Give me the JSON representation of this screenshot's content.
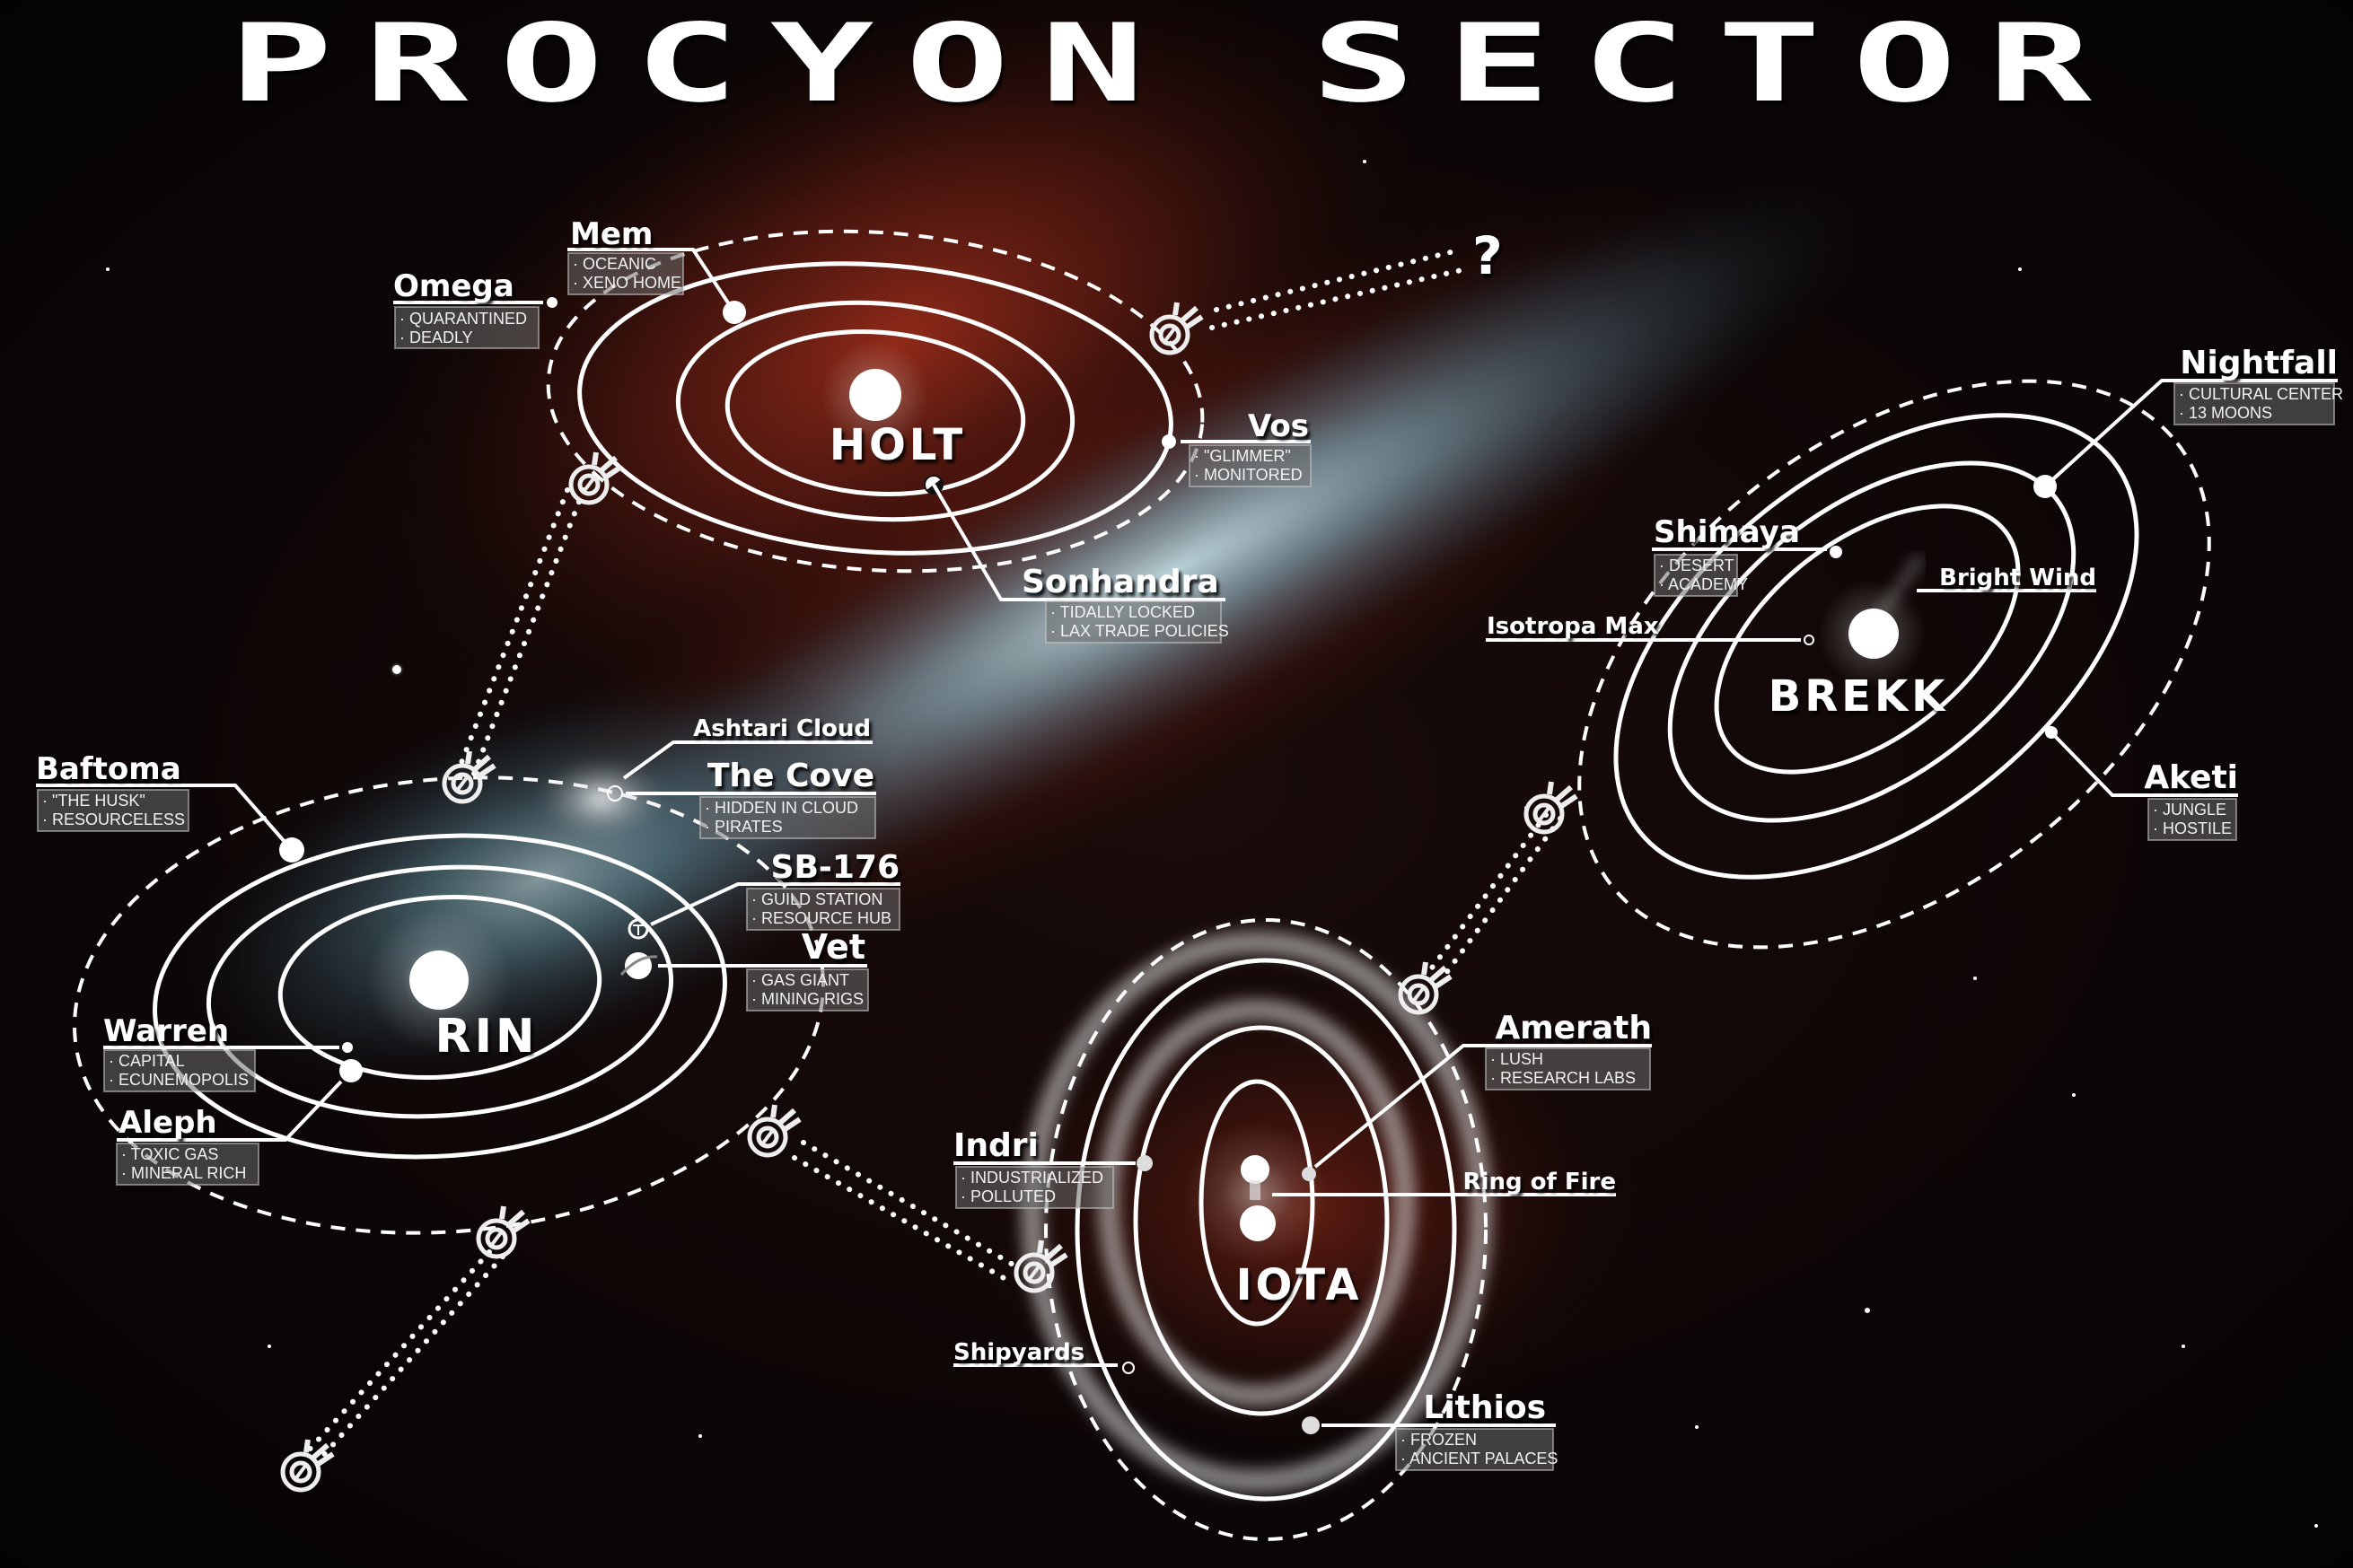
{
  "title": "PROCYON SECTOR",
  "unknown_marker": "?",
  "colors": {
    "background": "#050304",
    "nebula_red": "#7a2416",
    "nebula_blue": "#5fa3b8",
    "label_box": "#6e6e6e",
    "line": "#ffffff"
  },
  "systems": {
    "holt": {
      "name": "HOLT",
      "planets": {
        "mem": {
          "name": "Mem",
          "traits": [
            "· OCEANIC",
            "· XENO HOME"
          ]
        },
        "omega": {
          "name": "Omega",
          "traits": [
            "· QUARANTINED",
            "· DEADLY"
          ]
        },
        "vos": {
          "name": "Vos",
          "traits": [
            "· \"GLIMMER\"",
            "· MONITORED"
          ]
        },
        "sonhandra": {
          "name": "Sonhandra",
          "traits": [
            "· TIDALLY LOCKED",
            "· LAX TRADE POLICIES"
          ]
        }
      }
    },
    "rin": {
      "name": "RIN",
      "planets": {
        "baftoma": {
          "name": "Baftoma",
          "traits": [
            "· \"THE HUSK\"",
            "· RESOURCELESS"
          ]
        },
        "ashtari_cloud": {
          "name": "Ashtari Cloud"
        },
        "the_cove": {
          "name": "The Cove",
          "traits": [
            "· HIDDEN IN CLOUD",
            "· PIRATES"
          ]
        },
        "sb176": {
          "name": "SB-176",
          "traits": [
            "· GUILD STATION",
            "· RESOURCE HUB"
          ]
        },
        "vet": {
          "name": "Vet",
          "traits": [
            "· GAS GIANT",
            "· MINING RIGS"
          ]
        },
        "warren": {
          "name": "Warren",
          "traits": [
            "· CAPITAL",
            "· ECUNEMOPOLIS"
          ]
        },
        "aleph": {
          "name": "Aleph",
          "traits": [
            "· TOXIC GAS",
            "· MINERAL RICH"
          ]
        }
      }
    },
    "brekk": {
      "name": "BREKK",
      "planets": {
        "nightfall": {
          "name": "Nightfall",
          "traits": [
            "· CULTURAL CENTER",
            "· 13 MOONS"
          ]
        },
        "shimaya": {
          "name": "Shimaya",
          "traits": [
            "· DESERT",
            "· ACADEMY"
          ]
        },
        "bright_wind": {
          "name": "Bright Wind"
        },
        "isotropa_max": {
          "name": "Isotropa Max"
        },
        "aketi": {
          "name": "Aketi",
          "traits": [
            "· JUNGLE",
            "· HOSTILE"
          ]
        }
      }
    },
    "iota": {
      "name": "IOTA",
      "planets": {
        "amerath": {
          "name": "Amerath",
          "traits": [
            "· LUSH",
            "· RESEARCH LABS"
          ]
        },
        "indri": {
          "name": "Indri",
          "traits": [
            "· INDUSTRIALIZED",
            "· POLLUTED"
          ]
        },
        "ring_of_fire": {
          "name": "Ring of Fire"
        },
        "shipyards": {
          "name": "Shipyards"
        },
        "lithios": {
          "name": "Lithios",
          "traits": [
            "· FROZEN",
            "· ANCIENT PALACES"
          ]
        }
      }
    }
  }
}
